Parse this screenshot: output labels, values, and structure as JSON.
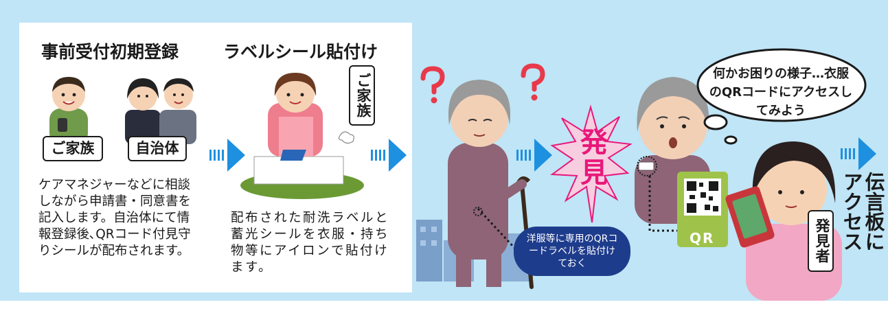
{
  "step1": {
    "title": "事前受付初期登録",
    "tag_family": "ご家族",
    "tag_municipality": "自治体",
    "description": "ケアマネジャーなどに相談しながら申請書・同意書を記入します。自治体にて情報登録後､QRコード付見守りシールが配布されます。"
  },
  "step2": {
    "title": "ラベルシール貼付け",
    "tag_family": "ご家族",
    "description": "配布された耐洗ラベルと蓄光シールを衣服・持ち物等にアイロンで貼付けます。"
  },
  "scene": {
    "callout": "洋服等に専用のQRコードラベルを貼付けておく",
    "discovery": "発見",
    "thought": "何かお困りの様子…衣服のQRコードにアクセスしてみよう",
    "qr_label": "QR",
    "finder_tag": "発見者",
    "result": "伝言板にアクセス"
  },
  "colors": {
    "background": "#bfe5f6",
    "arrow": "#1e90e0",
    "accent_pink": "#e8187a",
    "callout_navy": "#1e3c8c"
  }
}
